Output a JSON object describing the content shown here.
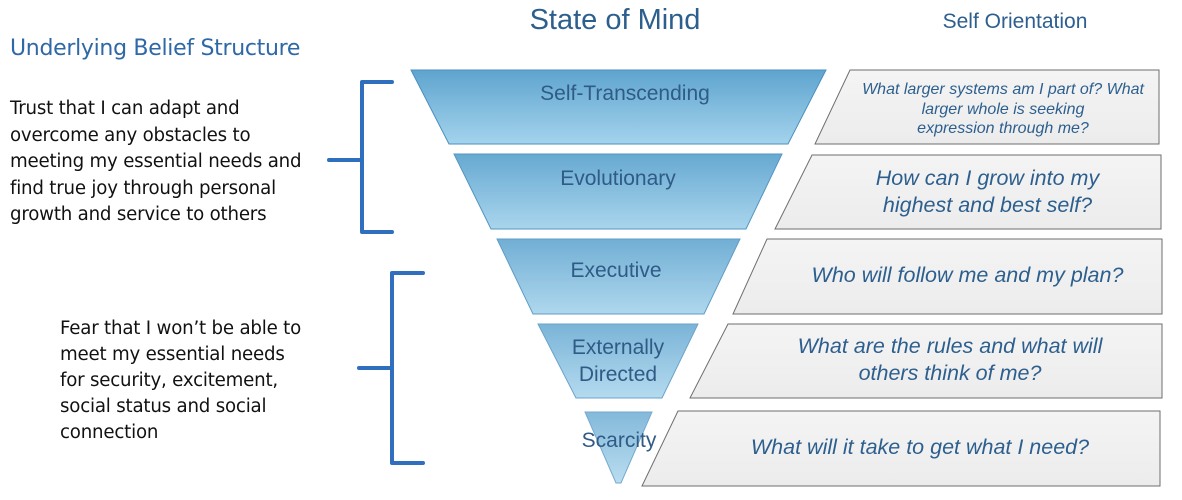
{
  "headers": {
    "belief_structure": "Underlying Belief Structure",
    "state_of_mind": "State of Mind",
    "self_orientation": "Self Orientation"
  },
  "beliefs": [
    {
      "name": "trust",
      "lines": [
        "Trust that I can adapt and",
        "overcome any obstacles to",
        "meeting my essential needs and",
        "find true joy through personal",
        "growth and service to others"
      ],
      "spans_levels": [
        "Self-Transcending",
        "Evolutionary"
      ]
    },
    {
      "name": "fear",
      "lines": [
        "Fear that I won’t be able to",
        "meet my essential needs",
        "for security, excitement,",
        "social status and social",
        "connection"
      ],
      "spans_levels": [
        "Executive",
        "Externally Directed",
        "Scarcity"
      ]
    }
  ],
  "levels": [
    {
      "label_lines": [
        "Self-Transcending"
      ],
      "question_lines": [
        "What larger systems am I part of? What",
        "larger whole is seeking",
        "expression through me?"
      ]
    },
    {
      "label_lines": [
        "Evolutionary"
      ],
      "question_lines": [
        "How can I grow into my",
        "highest and best self?"
      ]
    },
    {
      "label_lines": [
        "Executive"
      ],
      "question_lines": [
        "Who will follow me and my plan?"
      ]
    },
    {
      "label_lines": [
        "Externally",
        "Directed"
      ],
      "question_lines": [
        "What are the rules and what  will",
        "others think of me?"
      ]
    },
    {
      "label_lines": [
        "Scarcity"
      ],
      "question_lines": [
        "What will it take to get what I need?"
      ]
    }
  ],
  "colors": {
    "bracket": "#2f6fbd",
    "heading_blue": "#2e68a6",
    "label_text": "#2f5b86",
    "funnel_top": "#5ea4cf",
    "funnel_bottom": "#a4d3ec",
    "funnel_stroke": "#4a8fc0",
    "question_fill": "#f1f1f1",
    "question_stroke": "#6e6e6e"
  }
}
